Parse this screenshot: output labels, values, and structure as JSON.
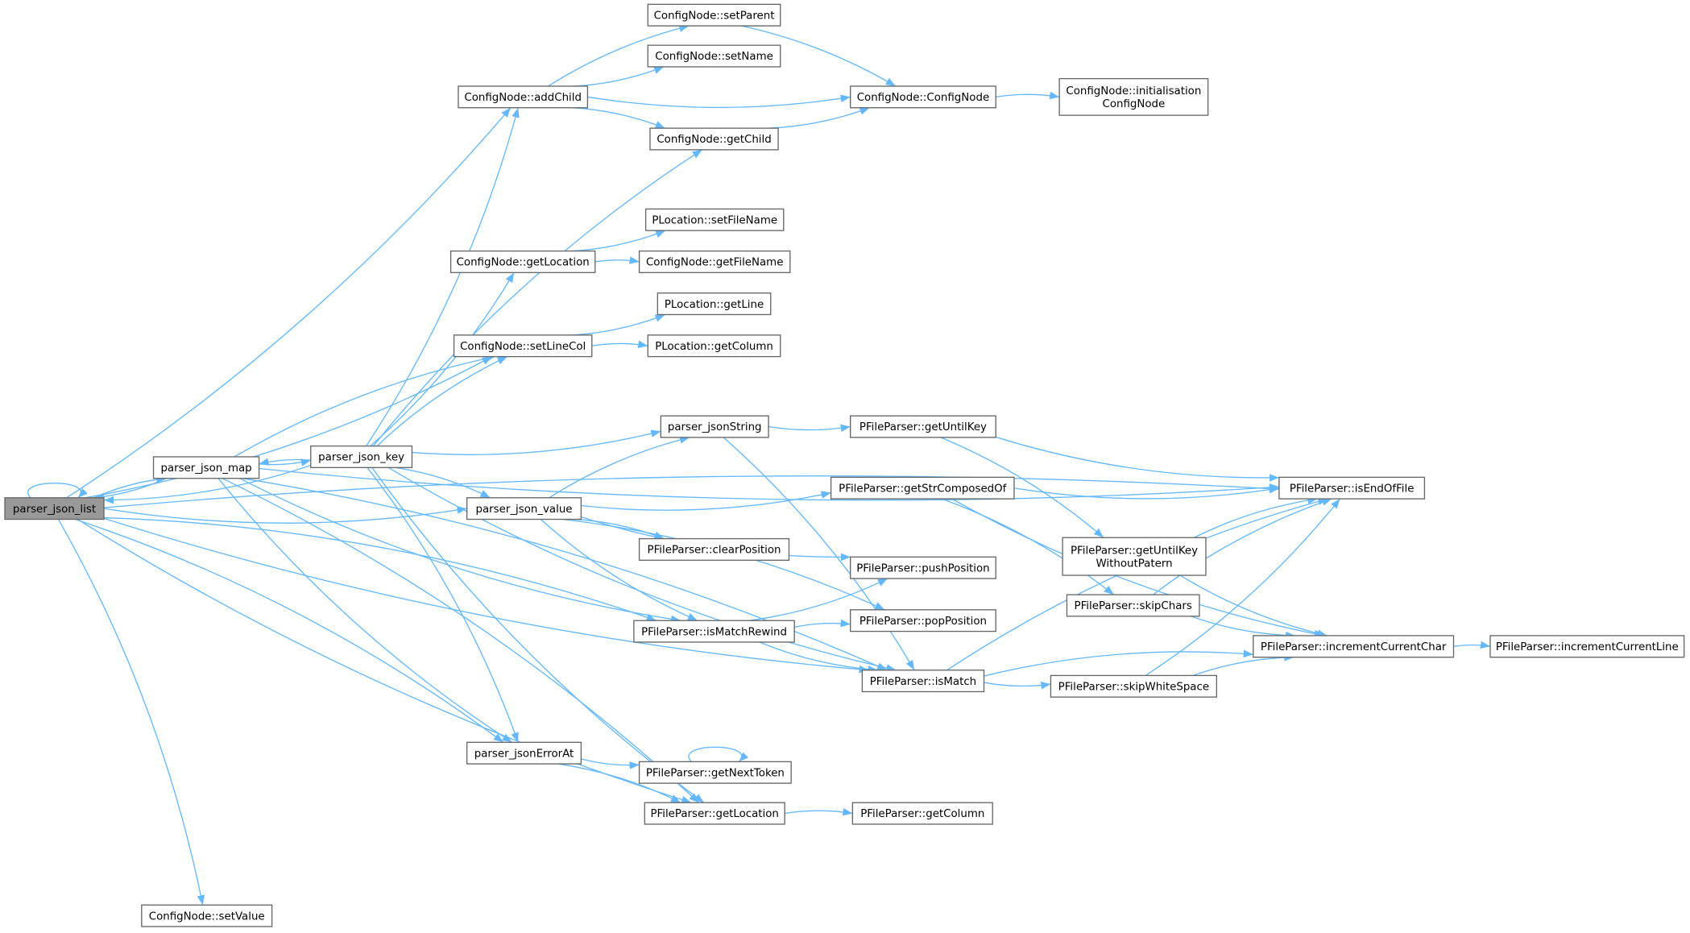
{
  "graph": {
    "colors": {
      "edge": "#63b8ff",
      "node_border": "#666666",
      "root_fill": "#999999"
    },
    "root_index": 0,
    "nodes": [
      {
        "lines": [
          "parser_json_list"
        ]
      },
      {
        "lines": [
          "parser_json_map"
        ]
      },
      {
        "lines": [
          "parser_json_key"
        ]
      },
      {
        "lines": [
          "parser_json_value"
        ]
      },
      {
        "lines": [
          "ConfigNode::addChild"
        ]
      },
      {
        "lines": [
          "ConfigNode::setParent"
        ]
      },
      {
        "lines": [
          "ConfigNode::setName"
        ]
      },
      {
        "lines": [
          "ConfigNode::getChild"
        ]
      },
      {
        "lines": [
          "ConfigNode::ConfigNode"
        ]
      },
      {
        "lines": [
          "ConfigNode::initialisation",
          "ConfigNode"
        ]
      },
      {
        "lines": [
          "PLocation::setFileName"
        ]
      },
      {
        "lines": [
          "ConfigNode::getLocation"
        ]
      },
      {
        "lines": [
          "ConfigNode::getFileName"
        ]
      },
      {
        "lines": [
          "PLocation::getLine"
        ]
      },
      {
        "lines": [
          "ConfigNode::setLineCol"
        ]
      },
      {
        "lines": [
          "PLocation::getColumn"
        ]
      },
      {
        "lines": [
          "parser_jsonString"
        ]
      },
      {
        "lines": [
          "PFileParser::getUntilKey"
        ]
      },
      {
        "lines": [
          "PFileParser::getStrComposedOf"
        ]
      },
      {
        "lines": [
          "PFileParser::isEndOfFile"
        ]
      },
      {
        "lines": [
          "PFileParser::clearPosition"
        ]
      },
      {
        "lines": [
          "PFileParser::pushPosition"
        ]
      },
      {
        "lines": [
          "PFileParser::getUntilKey",
          "WithoutPatern"
        ]
      },
      {
        "lines": [
          "PFileParser::skipChars"
        ]
      },
      {
        "lines": [
          "PFileParser::popPosition"
        ]
      },
      {
        "lines": [
          "PFileParser::isMatchRewind"
        ]
      },
      {
        "lines": [
          "PFileParser::incrementCurrentChar"
        ]
      },
      {
        "lines": [
          "PFileParser::incrementCurrentLine"
        ]
      },
      {
        "lines": [
          "PFileParser::isMatch"
        ]
      },
      {
        "lines": [
          "PFileParser::skipWhiteSpace"
        ]
      },
      {
        "lines": [
          "parser_jsonErrorAt"
        ]
      },
      {
        "lines": [
          "PFileParser::getNextToken"
        ]
      },
      {
        "lines": [
          "PFileParser::getLocation"
        ]
      },
      {
        "lines": [
          "PFileParser::getColumn"
        ]
      },
      {
        "lines": [
          "ConfigNode::setValue"
        ]
      }
    ],
    "edges": [
      [
        0,
        0
      ],
      [
        0,
        4
      ],
      [
        0,
        19
      ],
      [
        0,
        14
      ],
      [
        0,
        1
      ],
      [
        0,
        3
      ],
      [
        0,
        25
      ],
      [
        0,
        28
      ],
      [
        0,
        30
      ],
      [
        0,
        32
      ],
      [
        0,
        34
      ],
      [
        1,
        2
      ],
      [
        1,
        14
      ],
      [
        1,
        19
      ],
      [
        1,
        0
      ],
      [
        1,
        25
      ],
      [
        1,
        28
      ],
      [
        1,
        30
      ],
      [
        1,
        32
      ],
      [
        2,
        1
      ],
      [
        2,
        0
      ],
      [
        2,
        4
      ],
      [
        2,
        7
      ],
      [
        2,
        11
      ],
      [
        2,
        14
      ],
      [
        2,
        16
      ],
      [
        2,
        3
      ],
      [
        2,
        28
      ],
      [
        2,
        30
      ],
      [
        2,
        32
      ],
      [
        3,
        16
      ],
      [
        3,
        18
      ],
      [
        3,
        20
      ],
      [
        3,
        21
      ],
      [
        3,
        24
      ],
      [
        3,
        25
      ],
      [
        4,
        5
      ],
      [
        4,
        6
      ],
      [
        4,
        7
      ],
      [
        4,
        8
      ],
      [
        5,
        8
      ],
      [
        7,
        8
      ],
      [
        8,
        9
      ],
      [
        11,
        10
      ],
      [
        11,
        12
      ],
      [
        14,
        13
      ],
      [
        14,
        15
      ],
      [
        16,
        17
      ],
      [
        16,
        28
      ],
      [
        17,
        19
      ],
      [
        17,
        22
      ],
      [
        18,
        19
      ],
      [
        18,
        23
      ],
      [
        18,
        26
      ],
      [
        22,
        19
      ],
      [
        22,
        26
      ],
      [
        23,
        19
      ],
      [
        23,
        26
      ],
      [
        26,
        27
      ],
      [
        25,
        21
      ],
      [
        25,
        24
      ],
      [
        25,
        28
      ],
      [
        28,
        19
      ],
      [
        28,
        29
      ],
      [
        28,
        26
      ],
      [
        29,
        19
      ],
      [
        29,
        26
      ],
      [
        30,
        31
      ],
      [
        30,
        32
      ],
      [
        31,
        31
      ],
      [
        32,
        33
      ]
    ]
  }
}
